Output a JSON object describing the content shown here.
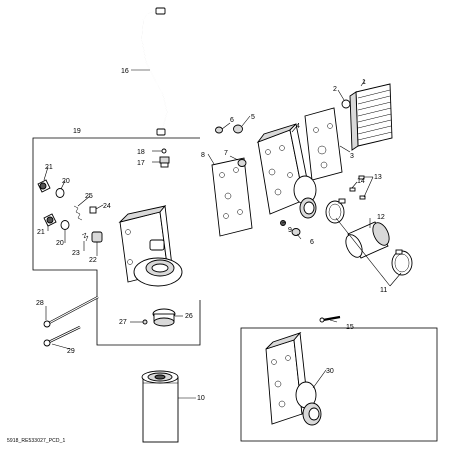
{
  "diagram": {
    "drawing_id": "5918_RE533027_PCD_1",
    "callouts": {
      "c1": "1",
      "c2": "2",
      "c3": "3",
      "c4": "4",
      "c5": "5",
      "c6a": "6",
      "c6b": "6",
      "c7": "7",
      "c8": "8",
      "c9": "9",
      "c10": "10",
      "c11": "11",
      "c12": "12",
      "c13": "13",
      "c14": "14",
      "c15": "15",
      "c16": "16",
      "c17": "17",
      "c18": "18",
      "c19": "19",
      "c20a": "20",
      "c20b": "20",
      "c21a": "21",
      "c21b": "21",
      "c22": "22",
      "c23": "23",
      "c24": "24",
      "c25": "25",
      "c26": "26",
      "c27": "27",
      "c28": "28",
      "c29": "29",
      "c30": "30"
    }
  }
}
